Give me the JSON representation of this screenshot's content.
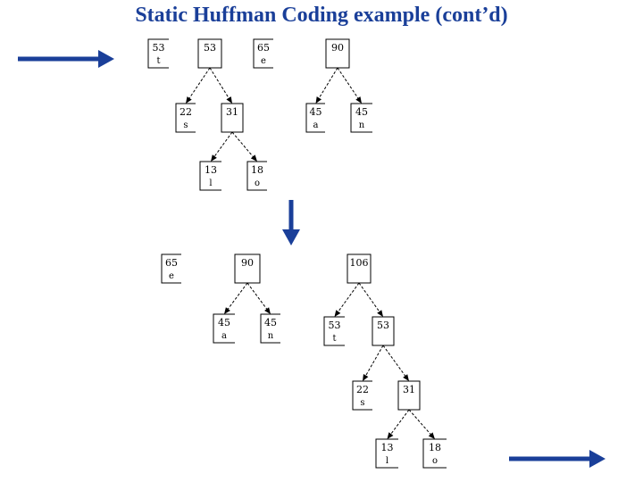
{
  "title": "Static Huffman Coding example (cont’d)",
  "colors": {
    "arrow": "#1a3f99",
    "title": "#1a3f99"
  },
  "stage1": {
    "nodes": [
      {
        "id": "t",
        "weight": "53",
        "symbol": "t",
        "leaf": true
      },
      {
        "id": "n53",
        "weight": "53",
        "symbol": "",
        "leaf": false
      },
      {
        "id": "e",
        "weight": "65",
        "symbol": "e",
        "leaf": true
      },
      {
        "id": "n90",
        "weight": "90",
        "symbol": "",
        "leaf": false
      },
      {
        "id": "s",
        "weight": "22",
        "symbol": "s",
        "leaf": true
      },
      {
        "id": "n31",
        "weight": "31",
        "symbol": "",
        "leaf": false
      },
      {
        "id": "a",
        "weight": "45",
        "symbol": "a",
        "leaf": true
      },
      {
        "id": "n",
        "weight": "45",
        "symbol": "n",
        "leaf": true
      },
      {
        "id": "l",
        "weight": "13",
        "symbol": "l",
        "leaf": true
      },
      {
        "id": "o",
        "weight": "18",
        "symbol": "o",
        "leaf": true
      }
    ],
    "edges": [
      [
        "n53",
        "s"
      ],
      [
        "n53",
        "n31"
      ],
      [
        "n31",
        "l"
      ],
      [
        "n31",
        "o"
      ],
      [
        "n90",
        "a"
      ],
      [
        "n90",
        "n"
      ]
    ]
  },
  "stage2": {
    "nodes": [
      {
        "id": "e",
        "weight": "65",
        "symbol": "e",
        "leaf": true
      },
      {
        "id": "n90",
        "weight": "90",
        "symbol": "",
        "leaf": false
      },
      {
        "id": "n106",
        "weight": "106",
        "symbol": "",
        "leaf": false
      },
      {
        "id": "a",
        "weight": "45",
        "symbol": "a",
        "leaf": true
      },
      {
        "id": "n",
        "weight": "45",
        "symbol": "n",
        "leaf": true
      },
      {
        "id": "t",
        "weight": "53",
        "symbol": "t",
        "leaf": true
      },
      {
        "id": "n53",
        "weight": "53",
        "symbol": "",
        "leaf": false
      },
      {
        "id": "s",
        "weight": "22",
        "symbol": "s",
        "leaf": true
      },
      {
        "id": "n31",
        "weight": "31",
        "symbol": "",
        "leaf": false
      },
      {
        "id": "l",
        "weight": "13",
        "symbol": "l",
        "leaf": true
      },
      {
        "id": "o",
        "weight": "18",
        "symbol": "o",
        "leaf": true
      }
    ],
    "edges": [
      [
        "n90",
        "a"
      ],
      [
        "n90",
        "n"
      ],
      [
        "n106",
        "t"
      ],
      [
        "n106",
        "n53"
      ],
      [
        "n53",
        "s"
      ],
      [
        "n53",
        "n31"
      ],
      [
        "n31",
        "l"
      ],
      [
        "n31",
        "o"
      ]
    ]
  }
}
